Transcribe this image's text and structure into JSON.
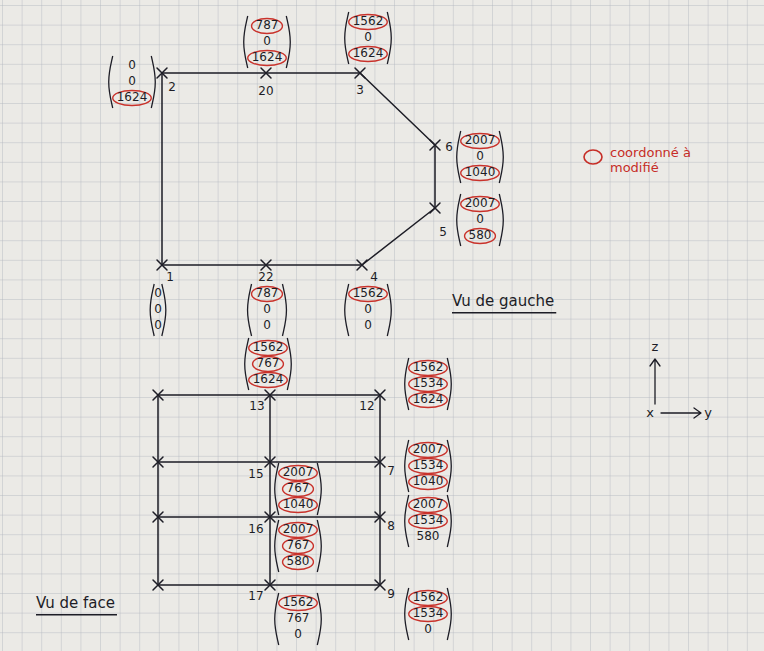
{
  "diagram": {
    "labels": [
      "787",
      "0",
      "1624",
      "1562",
      "0",
      "1624",
      "0",
      "0",
      "1624",
      "2",
      "20",
      "3",
      "6",
      "2007",
      "0",
      "1040",
      "coordonné à modifié",
      "2007",
      "0",
      "580",
      "5",
      "1",
      "22",
      "4",
      "0",
      "0",
      "0",
      "787",
      "0",
      "0",
      "1562",
      "0",
      "0",
      "Vu de gauche",
      "1562",
      "767",
      "1624",
      "1562",
      "1534",
      "1624",
      "z",
      "13",
      "12",
      "x",
      "y",
      "15",
      "7",
      "2007",
      "767",
      "1040",
      "2007",
      "1534",
      "1040",
      "16",
      "8",
      "2007",
      "767",
      "580",
      "2007",
      "1534",
      "580",
      "17",
      "9",
      "1562",
      "767",
      "0",
      "1562",
      "1534",
      "0",
      "Vu de face"
    ]
  }
}
